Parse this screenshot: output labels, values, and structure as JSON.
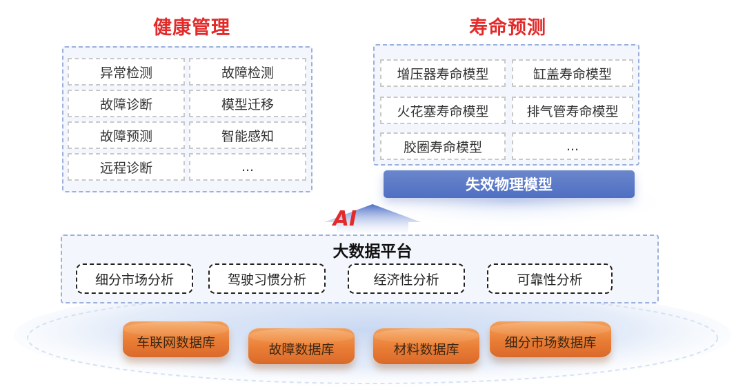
{
  "health": {
    "title": "健康管理",
    "items": [
      "异常检测",
      "故障检测",
      "故障诊断",
      "模型迁移",
      "故障预测",
      "智能感知",
      "远程诊断",
      "..."
    ]
  },
  "life": {
    "title": "寿命预测",
    "items": [
      "增压器寿命模型",
      "缸盖寿命模型",
      "火花塞寿命模型",
      "排气管寿命模型",
      "胶圈寿命模型",
      "..."
    ],
    "physics_model": "失效物理模型"
  },
  "ai_label": "AI",
  "platform": {
    "title": "大数据平台",
    "analyses": [
      "细分市场分析",
      "驾驶习惯分析",
      "经济性分析",
      "可靠性分析"
    ]
  },
  "databases": [
    "车联网数据库",
    "故障数据库",
    "材料数据库",
    "细分市场数据库"
  ],
  "colors": {
    "title_red": "#e32a2a",
    "panel_border": "#9bb0dc",
    "physics_blue": "#5674c4",
    "database_orange": "#ea7d35"
  }
}
